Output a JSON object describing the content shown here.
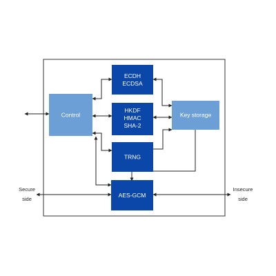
{
  "colors": {
    "dark_block": "#0a47a8",
    "light_block": "#6b9fd6",
    "connector": "#222222",
    "frame": "#333333"
  },
  "blocks": {
    "ecdh": {
      "lines": [
        "ECDH",
        "ECDSA"
      ]
    },
    "hkdf": {
      "lines": [
        "HKDF",
        "HMAC",
        "SHA-2"
      ]
    },
    "trng": {
      "lines": [
        "TRNG"
      ]
    },
    "aes": {
      "lines": [
        "AES-GCM"
      ]
    },
    "control": {
      "lines": [
        "Control"
      ]
    },
    "key_storage": {
      "lines": [
        "Key storage"
      ]
    }
  },
  "sides": {
    "secure": [
      "Secure",
      "side"
    ],
    "insecure": [
      "Insecure",
      "side"
    ]
  }
}
